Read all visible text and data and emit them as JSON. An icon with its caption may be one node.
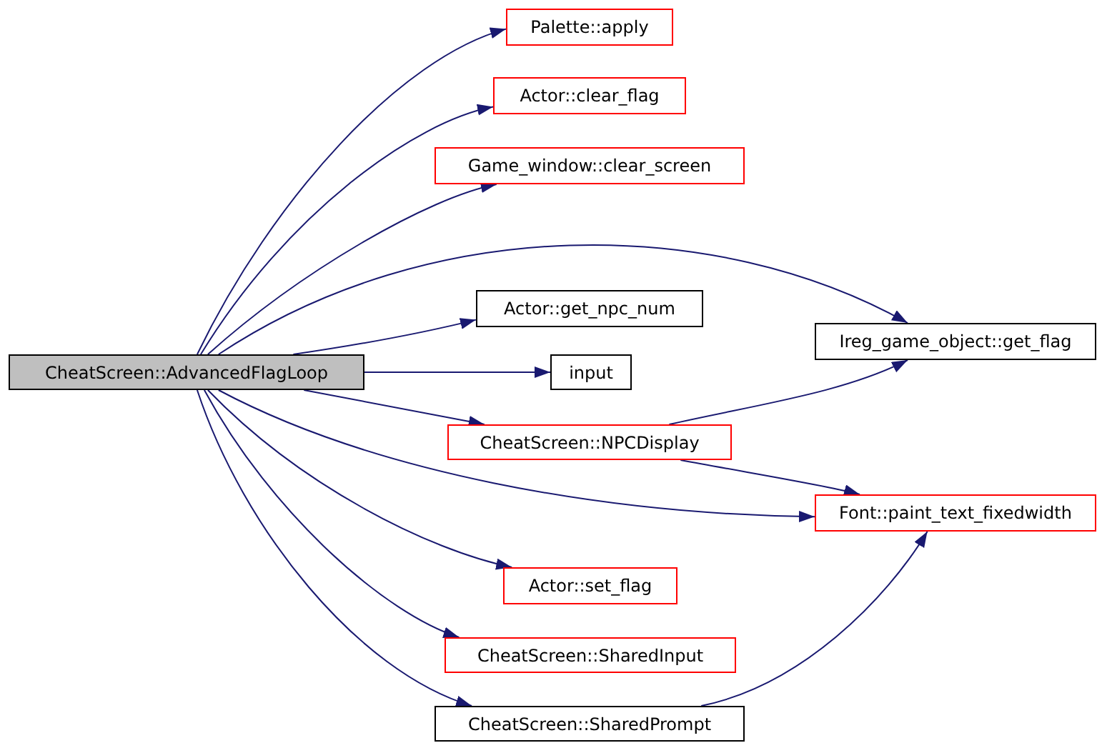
{
  "diagram": {
    "nodes": [
      {
        "text": [
          "CheatScreen::AdvancedFlagLoop"
        ]
      },
      {
        "text": [
          "Palette::apply"
        ]
      },
      {
        "text": [
          "Actor::clear_flag"
        ]
      },
      {
        "text": [
          "Game_window::clear_screen"
        ]
      },
      {
        "text": [
          "Actor::get_npc_num"
        ]
      },
      {
        "text": [
          "Ireg_game_object::get_flag"
        ]
      },
      {
        "text": [
          "input"
        ]
      },
      {
        "text": [
          "CheatScreen::NPCDisplay"
        ]
      },
      {
        "text": [
          "Font::paint_text_fixedwidth"
        ]
      },
      {
        "text": [
          "Actor::set_flag"
        ]
      },
      {
        "text": [
          "CheatScreen::SharedInput"
        ]
      },
      {
        "text": [
          "CheatScreen::SharedPrompt"
        ]
      }
    ],
    "edges": [
      {
        "from": 0,
        "to": 1,
        "arrow": "to"
      },
      {
        "from": 0,
        "to": 2,
        "arrow": "to"
      },
      {
        "from": 0,
        "to": 3,
        "arrow": "to"
      },
      {
        "from": 0,
        "to": 5,
        "arrow": "to"
      },
      {
        "from": 0,
        "to": 4,
        "arrow": "to"
      },
      {
        "from": 0,
        "to": 6,
        "arrow": "to"
      },
      {
        "from": 0,
        "to": 7,
        "arrow": "to"
      },
      {
        "from": 0,
        "to": 8,
        "arrow": "to"
      },
      {
        "from": 0,
        "to": 9,
        "arrow": "to"
      },
      {
        "from": 0,
        "to": 10,
        "arrow": "to"
      },
      {
        "from": 0,
        "to": 11,
        "arrow": "to"
      },
      {
        "from": 7,
        "to": 5,
        "arrow": "to"
      },
      {
        "from": 7,
        "to": 8,
        "arrow": "to"
      },
      {
        "from": 11,
        "to": 8,
        "arrow": "to"
      }
    ]
  }
}
